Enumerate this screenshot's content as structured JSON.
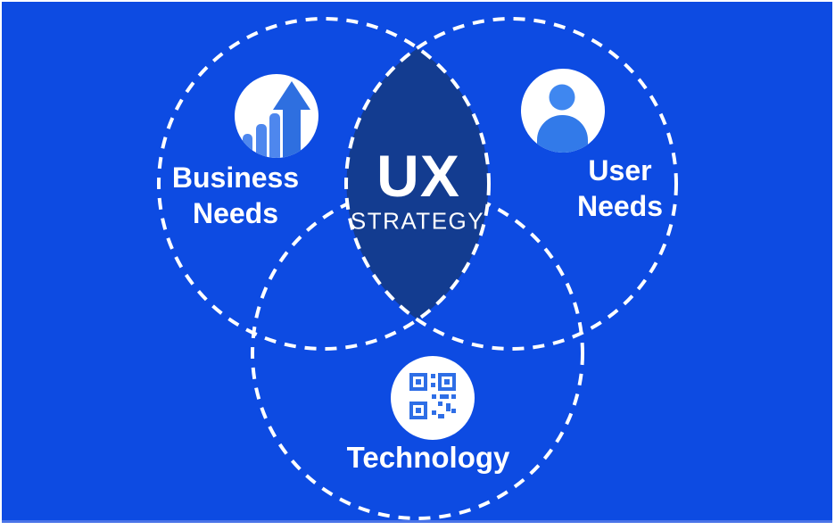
{
  "center": {
    "title": "UX",
    "subtitle": "STRATEGY"
  },
  "circles": {
    "business": {
      "line1": "Business",
      "line2": "Needs",
      "icon": "growth-chart-icon"
    },
    "user": {
      "line1": "User",
      "line2": "Needs",
      "icon": "user-icon"
    },
    "technology": {
      "label": "Technology",
      "icon": "qr-code-icon"
    }
  },
  "colors": {
    "background": "#0d4be2",
    "lens": "#133c90",
    "dash": "#ffffff",
    "icon_disc": "#ffffff",
    "arrow_blue": "#2e6fe0",
    "bars_blue": "#4e87ee",
    "person_head_blue": "#3f87f0",
    "person_body_blue": "#327ae9",
    "qr_blue": "#2e6ee6",
    "text": "#ffffff",
    "bottom_strip": "#4a74e8"
  }
}
